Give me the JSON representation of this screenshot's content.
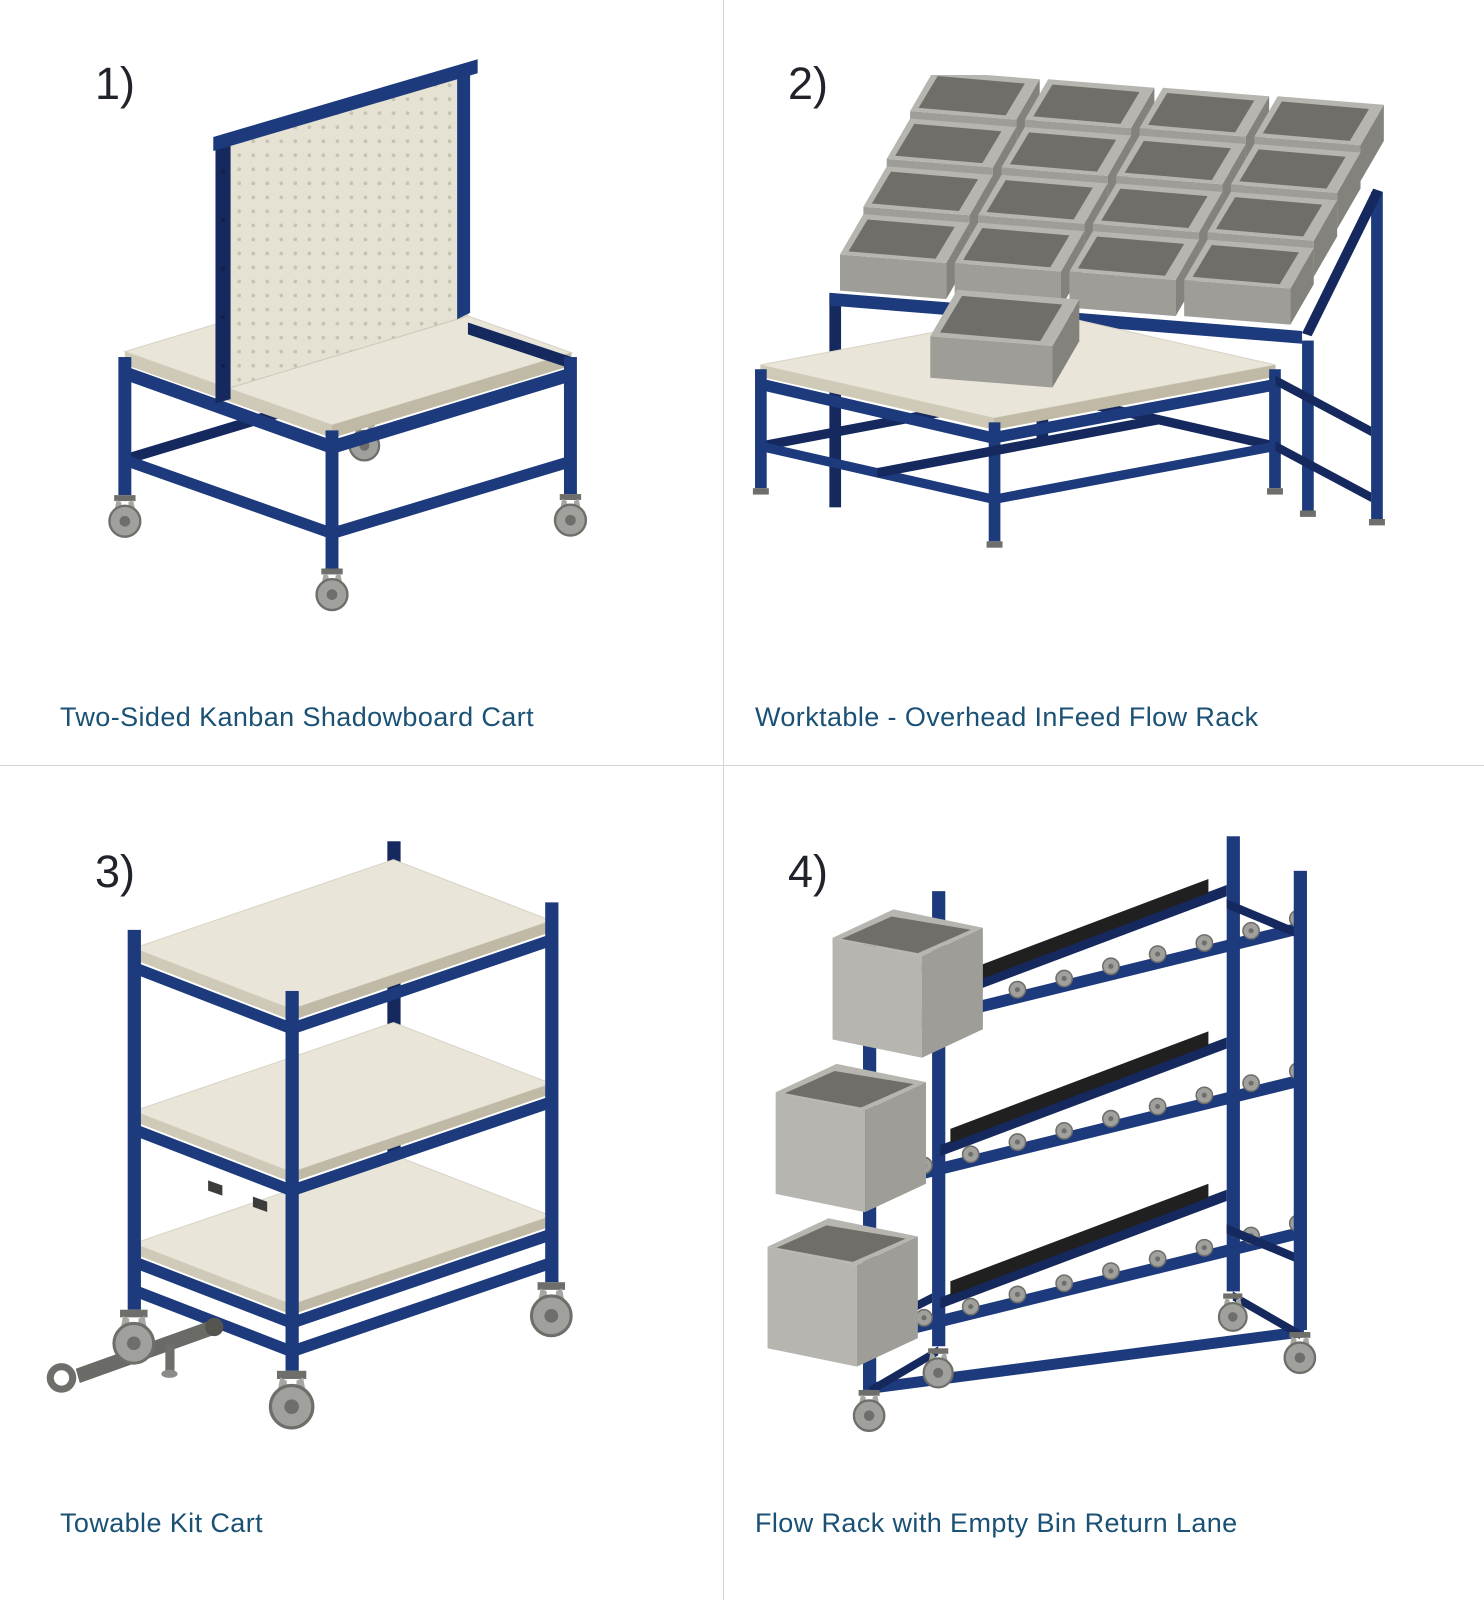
{
  "page": {
    "background": "#ffffff",
    "divider_color": "#d5d5d5"
  },
  "colors": {
    "title_text": "#1a5174",
    "label_text": "#20242a",
    "frame_blue": "#1d3a7d",
    "frame_blue_dark": "#15295e",
    "panel_top": "#e9e5d9",
    "panel_side": "#cfc9b8",
    "panel_side_dark": "#bfb9a6",
    "pegboard_face": "#e5e1d3",
    "pegboard_dot": "#c7c1b0",
    "bin_light": "#b6b5af",
    "bin_mid": "#9e9d97",
    "bin_dark": "#83827c",
    "bin_inner": "#6f6e69",
    "metal_gray": "#a6a6a2",
    "metal_dark": "#6e6e6a",
    "wheel_gray": "#a0a09c",
    "lane_black": "#202020"
  },
  "products": [
    {
      "label": "1)",
      "title": "Two-Sided Kanban Shadowboard Cart"
    },
    {
      "label": "2)",
      "title": "Worktable - Overhead InFeed Flow Rack"
    },
    {
      "label": "3)",
      "title": "Towable Kit Cart"
    },
    {
      "label": "4)",
      "title": "Flow Rack with Empty Bin Return Lane"
    }
  ]
}
